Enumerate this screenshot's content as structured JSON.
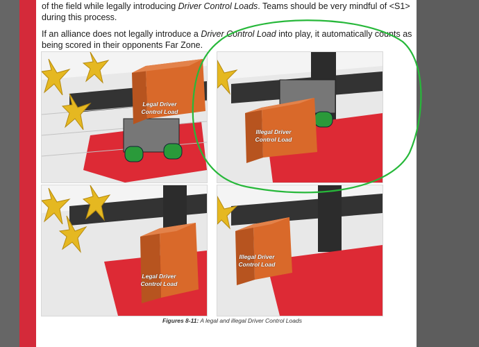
{
  "document": {
    "line1_prefix": "of the field while legally introducing ",
    "line1_italic": "Driver Control Loads",
    "line1_suffix": ". Teams should be very mindful of <S1>",
    "line2": "during this process.",
    "line3_prefix": "If an alliance does not legally introduce a ",
    "line3_italic": "Driver Control Load",
    "line3_suffix": " into play, it automatically counts as",
    "line4": "being scored in their opponents Far Zone."
  },
  "figures": [
    {
      "label_line1": "Legal Driver",
      "label_line2": "Control Load"
    },
    {
      "label_line1": "Illegal Driver",
      "label_line2": "Control Load"
    },
    {
      "label_line1": "Legal Driver",
      "label_line2": "Control Load"
    },
    {
      "label_line1": "Illegal Driver",
      "label_line2": "Control Load"
    }
  ],
  "caption": {
    "prefix": "Figures 8-11:",
    "text": " A legal and illegal Driver Control Loads"
  },
  "colors": {
    "accent_red": "#d42a3a",
    "box_orange": "#d9692a",
    "annotation_green": "#27b83a"
  }
}
